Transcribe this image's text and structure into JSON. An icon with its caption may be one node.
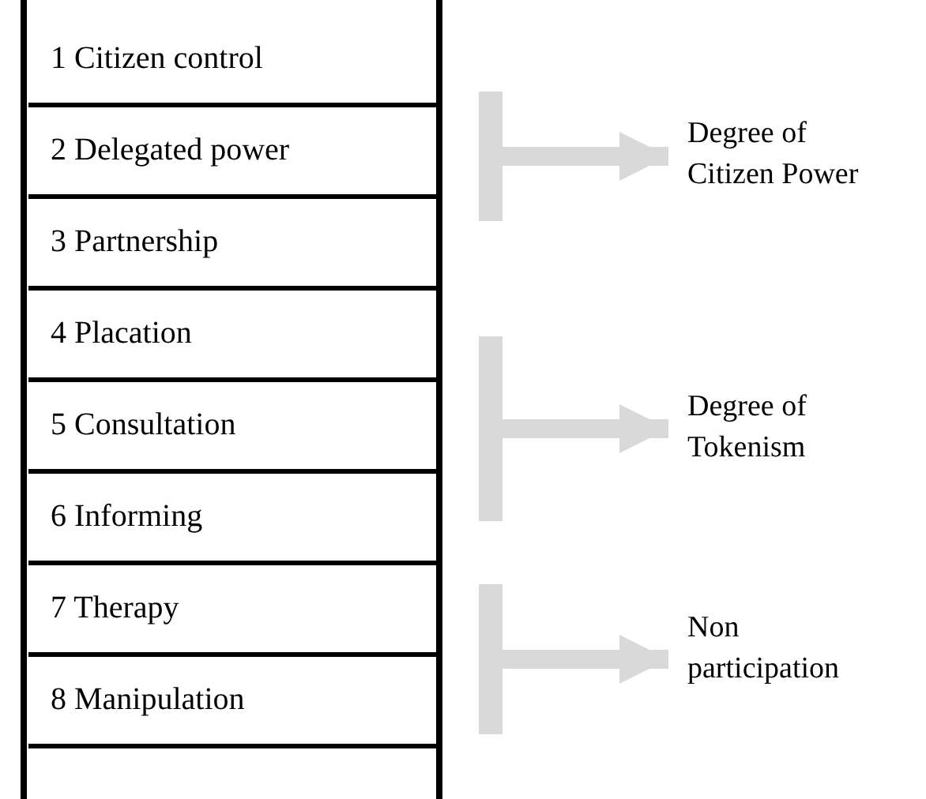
{
  "diagram": {
    "nodes": [
      {
        "text": [
          "1 Citizen control"
        ]
      },
      {
        "text": [
          "2 Delegated power"
        ]
      },
      {
        "text": [
          "3 Partnership"
        ]
      },
      {
        "text": [
          "4 Placation"
        ]
      },
      {
        "text": [
          "5 Consultation"
        ]
      },
      {
        "text": [
          "6 Informing"
        ]
      },
      {
        "text": [
          "7 Therapy"
        ]
      },
      {
        "text": [
          "8 Manipulation"
        ]
      },
      {
        "text": [],
        "shape": "bar"
      },
      {
        "text": [
          "Degree of Citizen Power"
        ]
      },
      {
        "text": [],
        "shape": "bar"
      },
      {
        "text": [
          "Degree of Tokenism"
        ]
      },
      {
        "text": [],
        "shape": "bar"
      },
      {
        "text": [
          "Non participation"
        ]
      }
    ],
    "edges": [
      {
        "from": 8,
        "to": 9,
        "arrow": "to"
      },
      {
        "from": 10,
        "to": 11,
        "arrow": "to"
      },
      {
        "from": 12,
        "to": 13,
        "arrow": "to"
      }
    ]
  }
}
